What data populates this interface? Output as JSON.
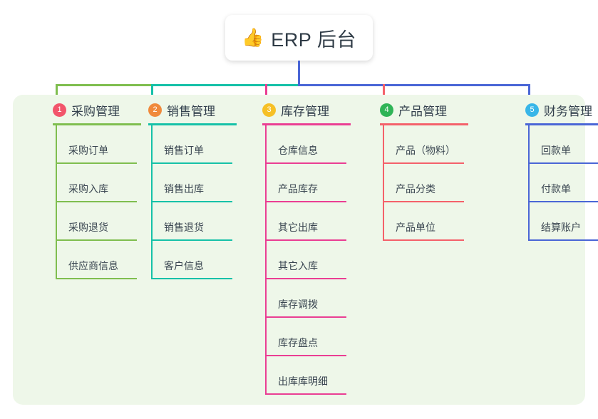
{
  "root": {
    "icon": "thumbs-up-icon",
    "emoji": "👍",
    "title": "ERP 后台"
  },
  "palette": {
    "panel_bg": "#eef7e9",
    "card_bg": "#ffffff",
    "text": "#33404d",
    "green": "#7fbe4f",
    "teal": "#16c1a8",
    "pink": "#ea3e93",
    "red": "#f4616a",
    "blue": "#4a66d6",
    "badge_1": "#f2556b",
    "badge_2": "#f08a3c",
    "badge_3": "#f6c026",
    "badge_4": "#2fb457",
    "badge_5": "#38b6e8"
  },
  "columns": [
    {
      "index": "1",
      "badge_color": "#f2556b",
      "line_color": "#7fbe4f",
      "title": "采购管理",
      "items": [
        "采购订单",
        "采购入库",
        "采购退货",
        "供应商信息"
      ]
    },
    {
      "index": "2",
      "badge_color": "#f08a3c",
      "line_color": "#16c1a8",
      "title": "销售管理",
      "items": [
        "销售订单",
        "销售出库",
        "销售退货",
        "客户信息"
      ]
    },
    {
      "index": "3",
      "badge_color": "#f6c026",
      "line_color": "#ea3e93",
      "title": "库存管理",
      "items": [
        "仓库信息",
        "产品库存",
        "其它出库",
        "其它入库",
        "库存调拨",
        "库存盘点",
        "出库库明细"
      ]
    },
    {
      "index": "4",
      "badge_color": "#2fb457",
      "line_color": "#f4616a",
      "title": "产品管理",
      "items": [
        "产品（物料）",
        "产品分类",
        "产品单位"
      ]
    },
    {
      "index": "5",
      "badge_color": "#38b6e8",
      "line_color": "#4a66d6",
      "title": "财务管理",
      "items": [
        "回款单",
        "付款单",
        "结算账户"
      ]
    }
  ]
}
